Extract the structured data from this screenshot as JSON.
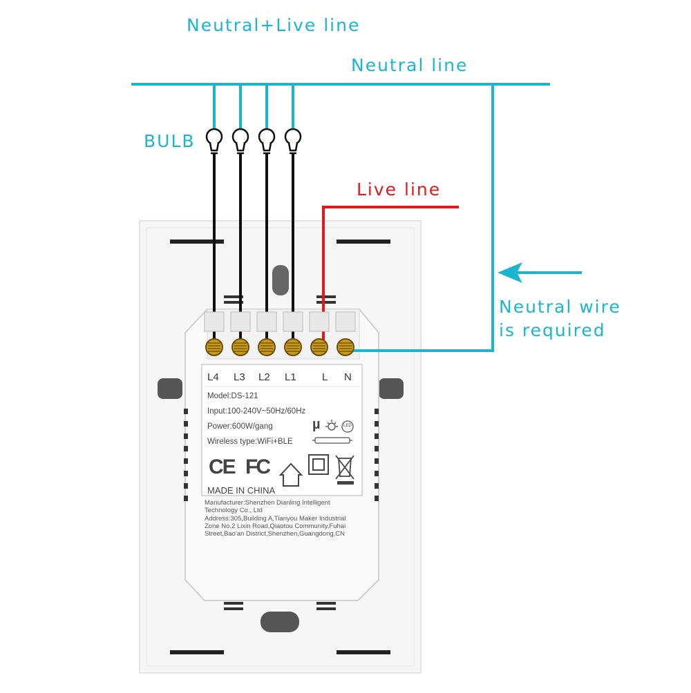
{
  "labels": {
    "neutral_live_line": "Neutral+Live line",
    "neutral_line": "Neutral line",
    "bulb": "BULB",
    "live_line": "Live line",
    "neutral_required_1": "Neutral wire",
    "neutral_required_2": "is required"
  },
  "terminals": [
    "L4",
    "L3",
    "L2",
    "L1",
    "L",
    "N"
  ],
  "plate": {
    "model": "Model:DS-121",
    "input": "Input:100-240V~50Hz/60Hz",
    "power": "Power:600W/gang",
    "wireless": "Wireless type:WiFi+BLE",
    "made_in": "MADE IN CHINA",
    "manufacturer_1": "Manufacturer:Shenzhen Dianling Intelligent",
    "manufacturer_2": "Technology Co., Ltd",
    "address_1": "Address:305,Building A,Tianyou Maker Industrial",
    "address_2": "Zone No.2 Lixin Road,Qiaotou Community,Fuhai",
    "address_3": "Street,Bao'an District,Shenzhen,Guangdong,CN"
  },
  "certs": {
    "ce": "CE",
    "fc": "FC",
    "mu": "µ",
    "led": "LED"
  },
  "colors": {
    "neutral": "#1cb5d0",
    "live": "#e01a1a",
    "load": "#111111",
    "terminal": "#c89a1a",
    "panel": "#f7f7f7"
  }
}
